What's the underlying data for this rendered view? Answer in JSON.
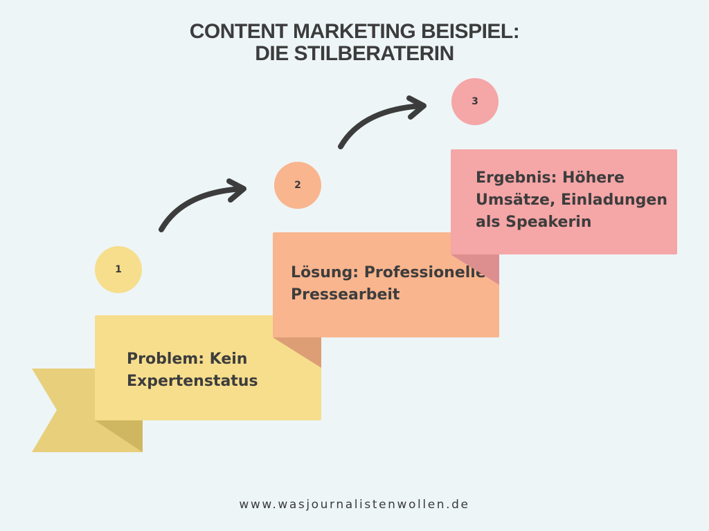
{
  "title": {
    "line1": "CONTENT MARKETING BEISPIEL:",
    "line2": "DIE STILBERATERIN"
  },
  "steps": [
    {
      "number": "1",
      "text_line1": "Problem: Kein",
      "text_line2": "Expertenstatus",
      "color": "#f6de8d"
    },
    {
      "number": "2",
      "text_line1": "Lösung: Professionelle",
      "text_line2": "Pressearbeit",
      "color": "#f9b58e"
    },
    {
      "number": "3",
      "text_line1": "Ergebnis: Höhere",
      "text_line2": "Umsätze, Einladungen",
      "text_line3": "als Speakerin",
      "color": "#f5a6a7"
    }
  ],
  "colors": {
    "background": "#edf5f7",
    "ribbon_tail": "#e8cf7c",
    "arrow": "#3c3c3c"
  },
  "icons": [
    "curved-arrow-icon",
    "curved-arrow-icon"
  ],
  "footer": "www.wasjournalistenwollen.de"
}
